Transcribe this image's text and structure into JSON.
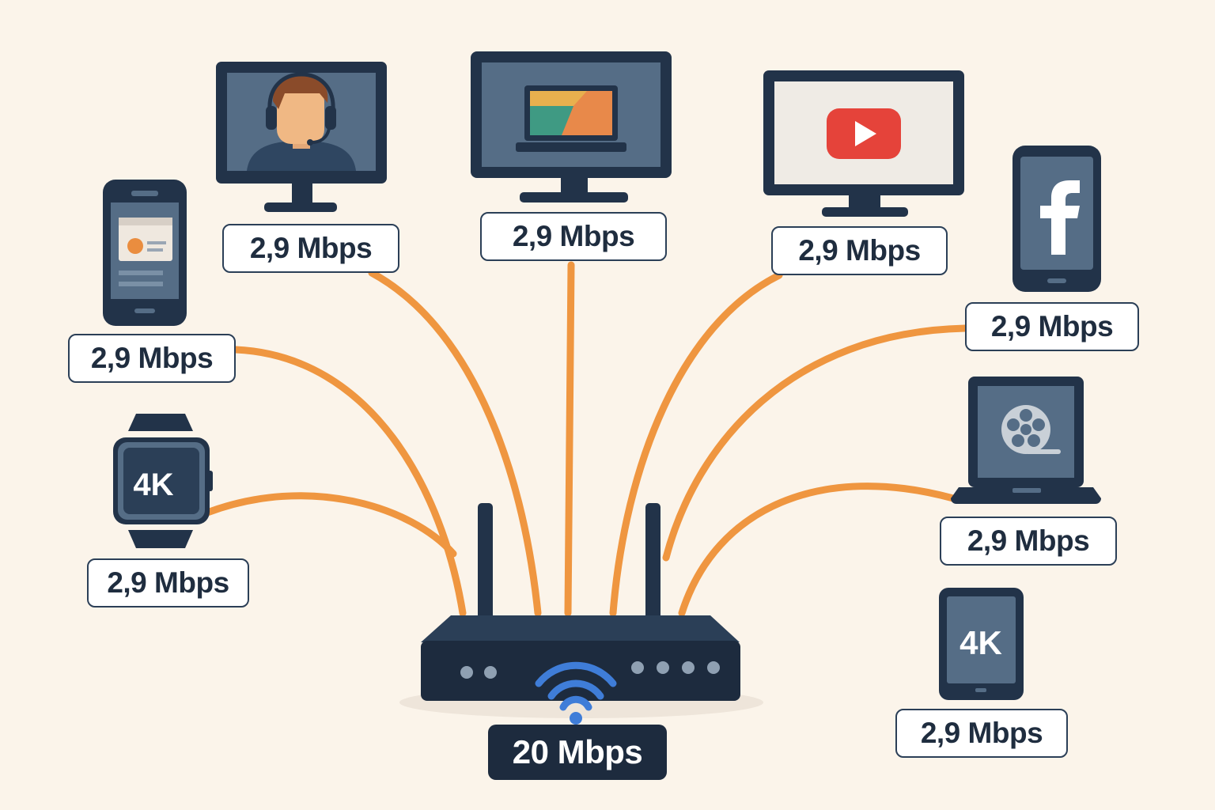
{
  "router": {
    "speed": "20 Mbps",
    "icon": "wifi-router-icon"
  },
  "devices": [
    {
      "id": "video-call-monitor",
      "icon": "headset-person-icon",
      "speed": "2,9 Mbps"
    },
    {
      "id": "laptop-screen-monitor",
      "icon": "laptop-icon",
      "speed": "2,9 Mbps"
    },
    {
      "id": "youtube-monitor",
      "icon": "play-button-icon",
      "speed": "2,9 Mbps"
    },
    {
      "id": "smartphone",
      "icon": "app-card-icon",
      "speed": "2,9 Mbps"
    },
    {
      "id": "facebook-phone",
      "icon": "facebook-icon",
      "speed": "2,9 Mbps"
    },
    {
      "id": "smartwatch",
      "icon": "watch-icon",
      "text": "4K",
      "speed": "2,9 Mbps"
    },
    {
      "id": "film-laptop",
      "icon": "film-reel-icon",
      "speed": "2,9 Mbps"
    },
    {
      "id": "tablet",
      "icon": "tablet-icon",
      "text": "4K",
      "speed": "2,9 Mbps"
    }
  ],
  "colors": {
    "background": "#fbf4ea",
    "device": "#223349",
    "screen": "#536b84",
    "cable": "#ef9640",
    "wifi": "#3f7dd8",
    "youtube": "#e5433a"
  }
}
